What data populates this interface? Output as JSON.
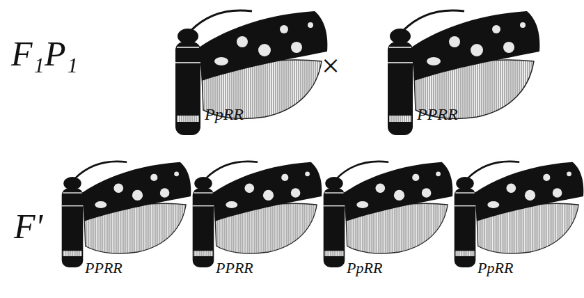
{
  "diagram": {
    "labels": [
      "F₁P₁",
      "PpRR",
      "×",
      "PPRR",
      "F'",
      "PPRR",
      "PPRR",
      "PpRR",
      "PpRR"
    ]
  }
}
